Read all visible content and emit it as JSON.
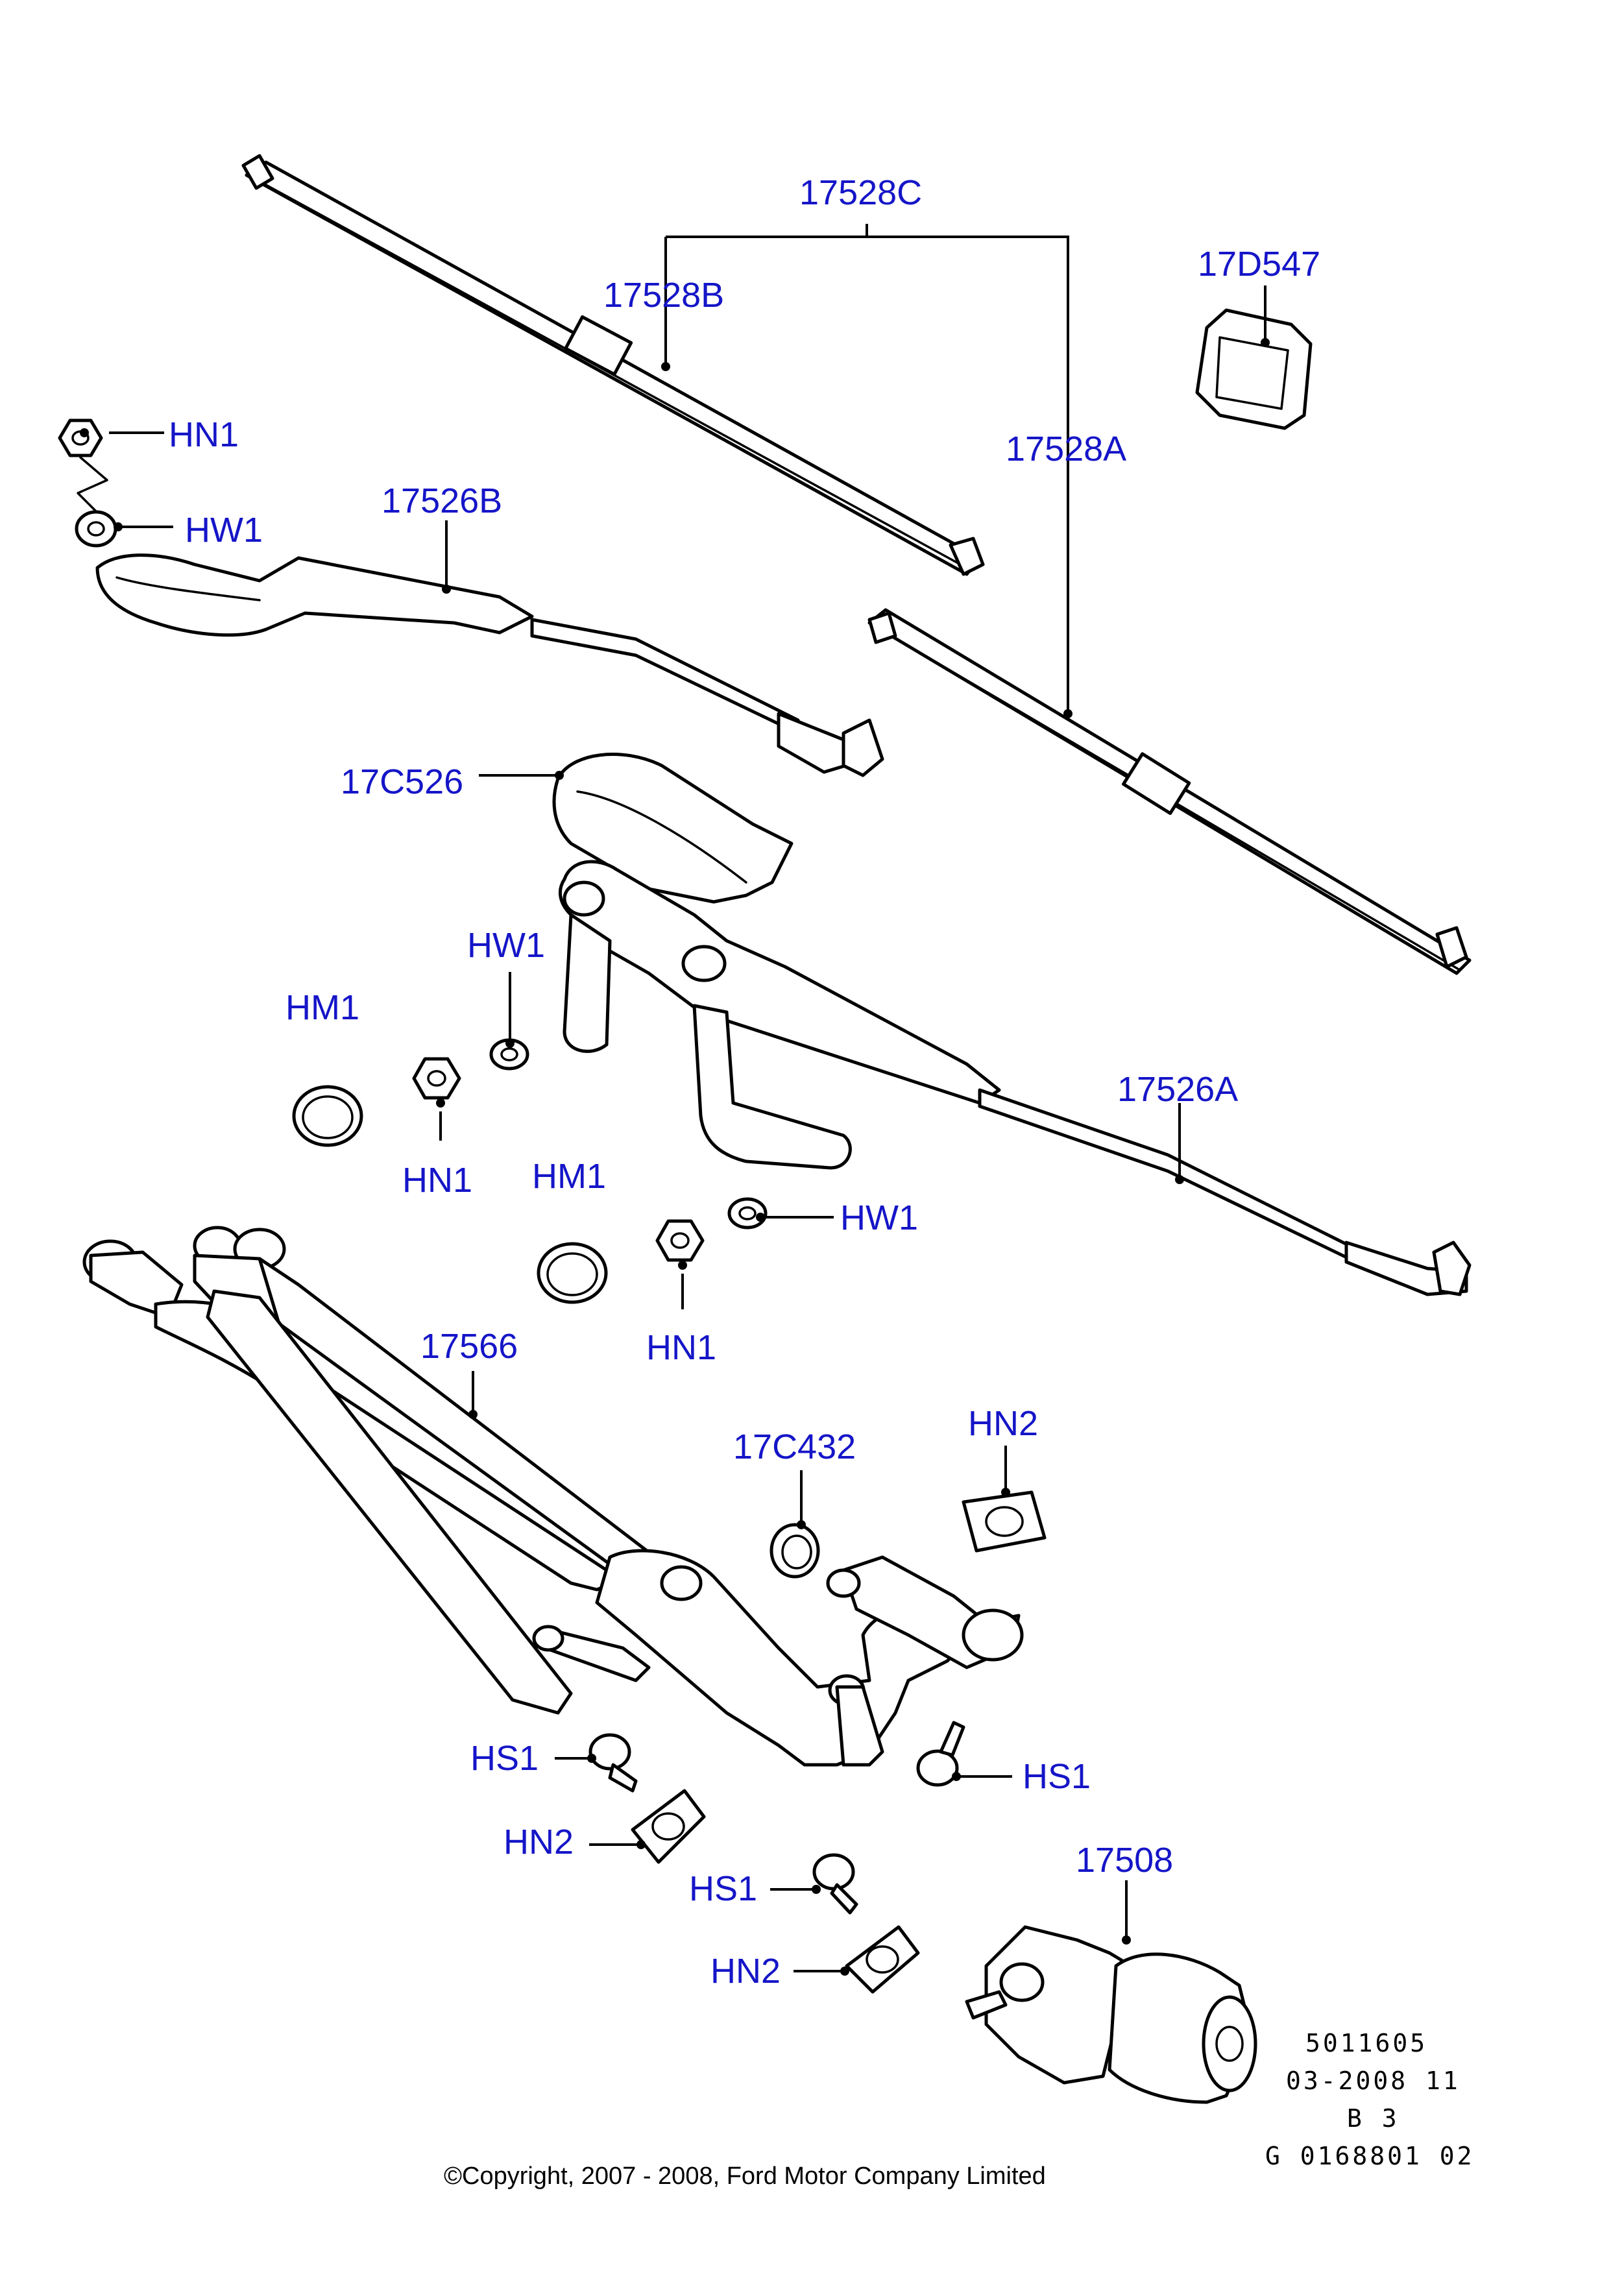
{
  "callouts": {
    "c17528C": "17528C",
    "c17528B": "17528B",
    "c17528A": "17528A",
    "c17D547": "17D547",
    "hn1_top": "HN1",
    "hw1_top": "HW1",
    "c17526B": "17526B",
    "c17C526": "17C526",
    "hw1_mid": "HW1",
    "hm1_left": "HM1",
    "hn1_mid": "HN1",
    "hm1_mid": "HM1",
    "hw1_right": "HW1",
    "hn1_low": "HN1",
    "c17526A": "17526A",
    "c17566": "17566",
    "c17C432": "17C432",
    "hn2_right": "HN2",
    "hs1_left": "HS1",
    "hs1_right": "HS1",
    "hn2_left": "HN2",
    "hs1_low": "HS1",
    "hn2_low": "HN2",
    "c17508": "17508"
  },
  "meta": {
    "line1": "5011605",
    "line2": "03-2008 11",
    "line3": "B 3",
    "line4": "G 0168801 02"
  },
  "copyright": "©Copyright, 2007 - 2008, Ford Motor Company Limited",
  "colors": {
    "callout": "#1515c8",
    "line_art": "#000000",
    "background": "#ffffff"
  }
}
